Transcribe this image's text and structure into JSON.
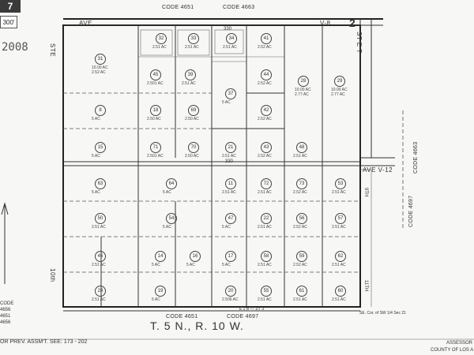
{
  "header": {
    "sheet_no": "7",
    "scale": "300'",
    "year": "2008",
    "code_top_left": "CODE 4651",
    "code_top_right": "CODE 4663"
  },
  "roads": {
    "ave_top": "AVE.",
    "ave_v8": "V-8",
    "ave_v8_num": "2",
    "ave_v12": "AVE V-12",
    "st_east_top": "ST E T",
    "st_west": "STE",
    "st_10th": "10th",
    "st_11th": "11TH",
    "st_9th": "9TH",
    "road_h1": "330",
    "road_h2": "330"
  },
  "codes": {
    "right_vertical": "CODE 4663",
    "right_vertical_lower": "CODE 4697",
    "bottom_left": "CODE 4651",
    "bottom_right": "CODE 4697",
    "left_margin": [
      "CODE",
      "4656",
      "4651",
      "4656"
    ]
  },
  "footer": {
    "township": "T. 5 N., R. 10 W.",
    "prev_assmt": "OR PREV. ASSM'T. SEE: 173 - 202",
    "assessor": "ASSESSOR",
    "county": "COUNTY OF LOS A",
    "corner_note": "SE. Cor. of SW 1/4 Sec 21",
    "scale_note": "E 2 B — 1/7 3"
  },
  "parcels": [
    {
      "id": "31",
      "acres": "10.00 AC",
      "sub": "2.52 AC"
    },
    {
      "id": "32",
      "acres": "2.51 AC"
    },
    {
      "id": "33",
      "acres": "2.51 AC"
    },
    {
      "id": "34",
      "acres": "2.51 AC"
    },
    {
      "id": "41",
      "acres": "2.52 AC"
    },
    {
      "id": "45",
      "acres": "2.501 AC"
    },
    {
      "id": "39",
      "acres": "2.51 AC"
    },
    {
      "id": "37",
      "acres": "5 AC"
    },
    {
      "id": "44",
      "acres": "2.52 AC"
    },
    {
      "id": "28",
      "acres": "10.00 AC",
      "sub": "2.77 AC"
    },
    {
      "id": "29",
      "acres": "10.00 AC",
      "sub": "2.77 AC"
    },
    {
      "id": "8",
      "acres": "5 AC"
    },
    {
      "id": "18",
      "acres": "2.50 AC"
    },
    {
      "id": "69",
      "acres": "2.50 AC"
    },
    {
      "id": "42",
      "acres": "2.52 AC"
    },
    {
      "id": "15",
      "acres": "5 AC"
    },
    {
      "id": "71",
      "acres": "2.501 AC"
    },
    {
      "id": "70",
      "acres": "2.50 AC"
    },
    {
      "id": "21",
      "acres": "2.51 AC"
    },
    {
      "id": "43",
      "acres": "2.52 AC"
    },
    {
      "id": "48",
      "acres": "2.51 AC"
    },
    {
      "id": "63",
      "acres": "5 AC"
    },
    {
      "id": "64",
      "acres": "5 AC"
    },
    {
      "id": "11",
      "acres": "2.51 AC"
    },
    {
      "id": "72",
      "acres": "2.51 AC"
    },
    {
      "id": "73",
      "acres": "2.52 AC"
    },
    {
      "id": "53",
      "acres": "2.51 AC"
    },
    {
      "id": "50",
      "acres": "2.51 AC"
    },
    {
      "id": "54",
      "acres": "5 AC"
    },
    {
      "id": "47",
      "acres": "5 AC"
    },
    {
      "id": "22",
      "acres": "2.51 AC"
    },
    {
      "id": "56",
      "acres": "2.52 AC"
    },
    {
      "id": "57",
      "acres": "2.51 AC"
    },
    {
      "id": "46",
      "acres": "2.51 AC"
    },
    {
      "id": "14",
      "acres": "5 AC"
    },
    {
      "id": "16",
      "acres": "5 AC"
    },
    {
      "id": "17",
      "acres": "5 AC"
    },
    {
      "id": "58",
      "acres": "2.51 AC"
    },
    {
      "id": "59",
      "acres": "2.52 AC"
    },
    {
      "id": "62",
      "acres": "2.51 AC"
    },
    {
      "id": "24",
      "acres": "2.51 AC"
    },
    {
      "id": "19",
      "acres": "5 AC"
    },
    {
      "id": "20",
      "acres": "2.506 AC"
    },
    {
      "id": "55",
      "acres": "2.51 AC"
    },
    {
      "id": "61",
      "acres": "2.51 AC"
    },
    {
      "id": "60",
      "acres": "2.51 AC"
    }
  ]
}
